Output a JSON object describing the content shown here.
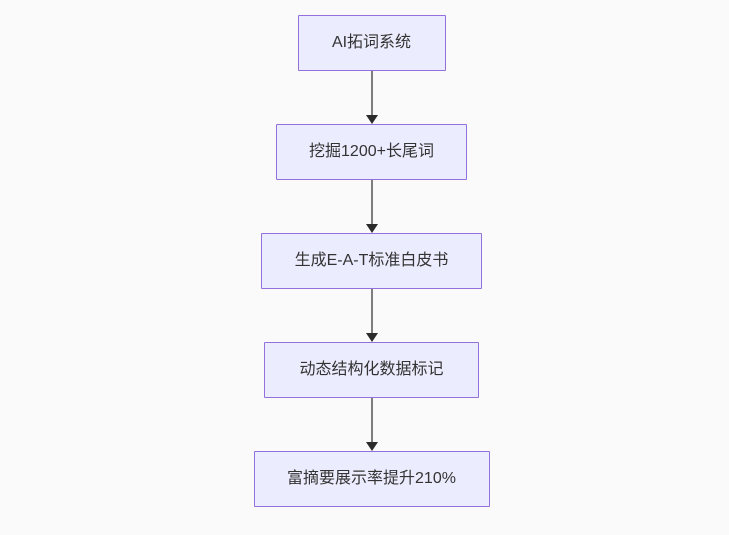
{
  "diagram": {
    "type": "flowchart",
    "direction": "top-down",
    "nodes": [
      {
        "id": "node-1",
        "label": "AI拓词系统"
      },
      {
        "id": "node-2",
        "label": "挖掘1200+长尾词"
      },
      {
        "id": "node-3",
        "label": "生成E-A-T标准白皮书"
      },
      {
        "id": "node-4",
        "label": "动态结构化数据标记"
      },
      {
        "id": "node-5",
        "label": "富摘要展示率提升210%"
      }
    ],
    "edges": [
      {
        "from": "node-1",
        "to": "node-2",
        "arrow": "down"
      },
      {
        "from": "node-2",
        "to": "node-3",
        "arrow": "down"
      },
      {
        "from": "node-3",
        "to": "node-4",
        "arrow": "down"
      },
      {
        "from": "node-4",
        "to": "node-5",
        "arrow": "down"
      }
    ],
    "colors": {
      "node_fill": "#ECECFF",
      "node_border": "#9370DB",
      "node_text": "#333333",
      "edge_line": "#7d7d7d",
      "arrowhead": "#2b2b2b",
      "background": "#fafafa"
    }
  }
}
